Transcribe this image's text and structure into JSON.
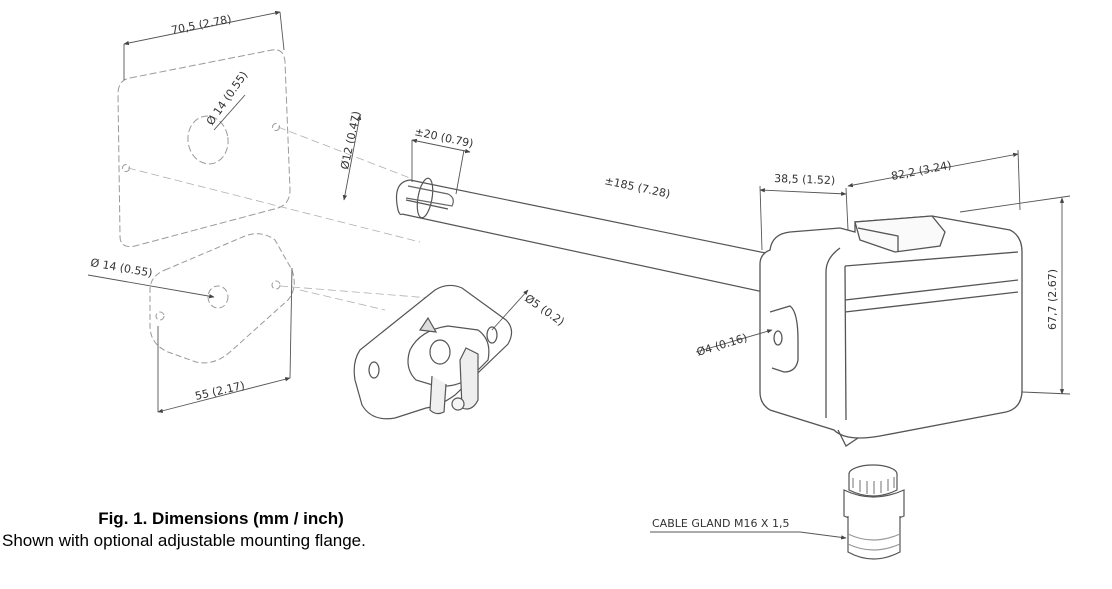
{
  "caption": {
    "title": "Fig. 1. Dimensions (mm / inch)",
    "subtitle": "Shown with optional adjustable mounting flange."
  },
  "dimensions": {
    "plate_width": "70,5 (2.78)",
    "plate_hole_dia": "Ø 14 (0.55)",
    "flange_hole_dia": "Ø 14 (0.55)",
    "flange_width": "55 (2.17)",
    "screw_dia": "Ø5 (0.2)",
    "probe_dia": "Ø12 (0.47)",
    "slot_length": "±20 (0.79)",
    "probe_length": "±185 (7.28)",
    "inner_dia": "Ø4 (0.16)",
    "housing_depth_front": "38,5 (1.52)",
    "housing_depth": "82,2 (3.24)",
    "housing_height": "67,7 (2.67)",
    "cable_gland": "CABLE GLAND M16 X 1,5"
  }
}
